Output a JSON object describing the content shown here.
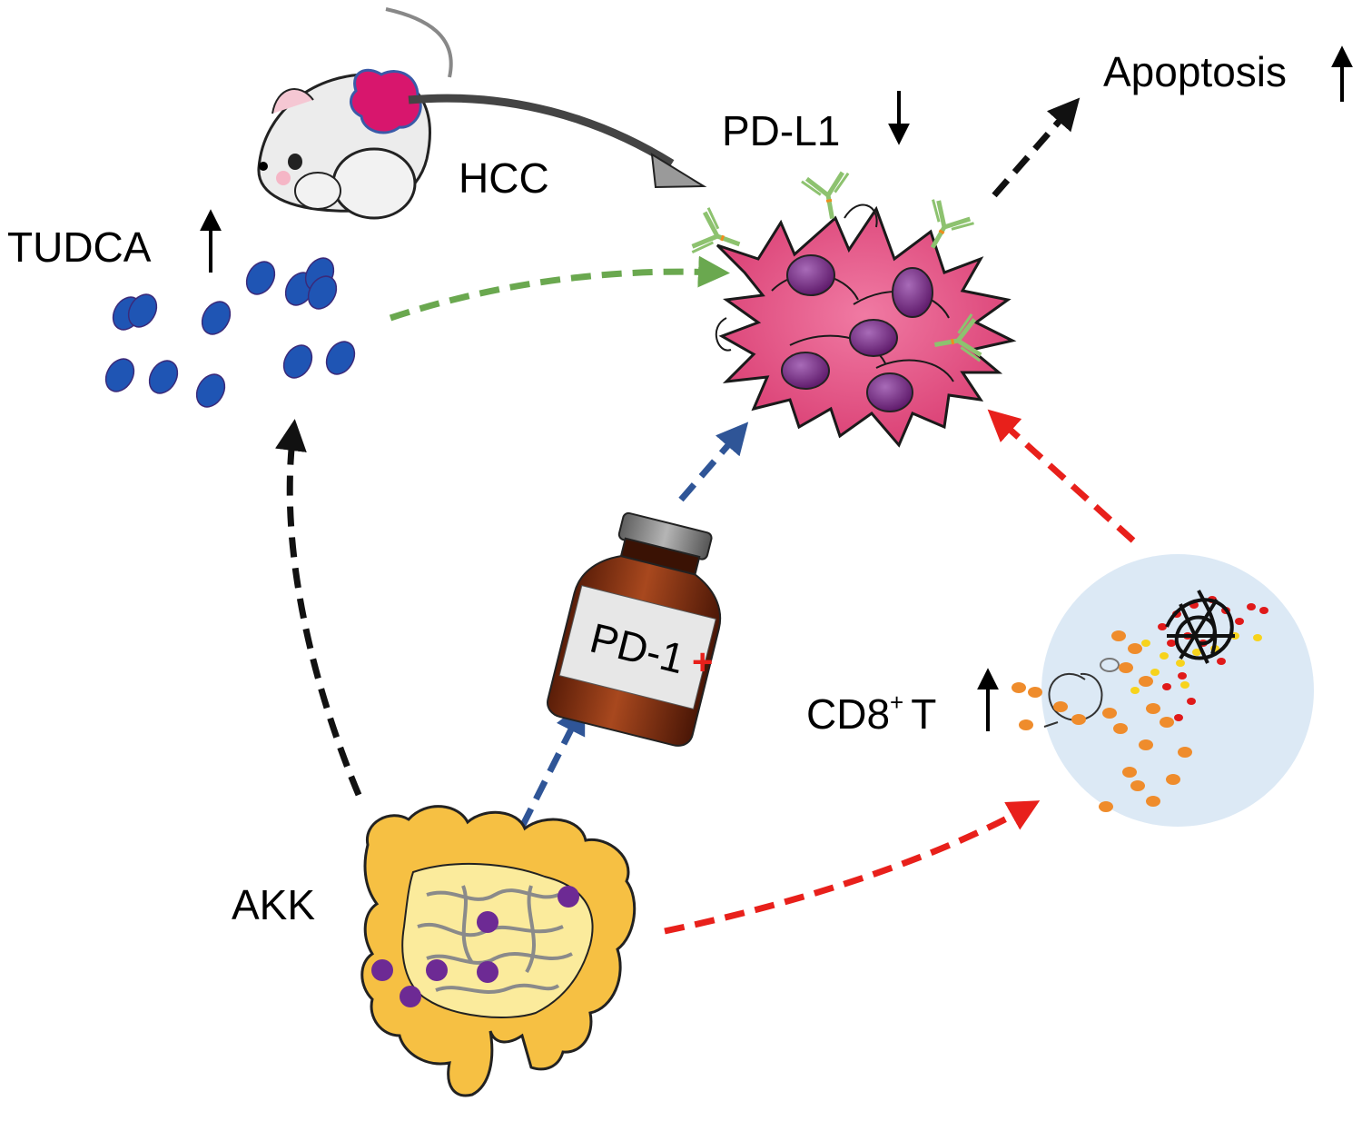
{
  "labels": {
    "tudca": "TUDCA",
    "hcc": "HCC",
    "pd_l1": "PD-L1",
    "apoptosis": "Apoptosis",
    "pd_1": "PD-1",
    "pd_1_plus": "+",
    "cd8_main": "CD8",
    "cd8_sup": "+",
    "cd8_t": "T",
    "akk": "AKK"
  },
  "indicators": {
    "tudca": "up",
    "pd_l1": "down",
    "apoptosis": "up",
    "cd8": "up"
  },
  "colors": {
    "black_arrow": "#111111",
    "green_arrow": "#6aa84f",
    "blue_arrow": "#2f5597",
    "red_arrow": "#e8201b",
    "tudca_dots": "#1f55b4",
    "tumor_cell": "#e0487e",
    "tumor_nucleus": "#6b1f78",
    "antibody": "#8dc26f",
    "gut": "#f6c043",
    "gut_inner": "#fbeb9c",
    "akk_bacteria": "#6d2a94",
    "bottle": "#8a3414",
    "bottle_label": "#e7e7e7",
    "tcell_bubble": "#dce9f5",
    "tcell_dots": "#ef8c2c",
    "mouse_tumor": "#d8166d"
  }
}
